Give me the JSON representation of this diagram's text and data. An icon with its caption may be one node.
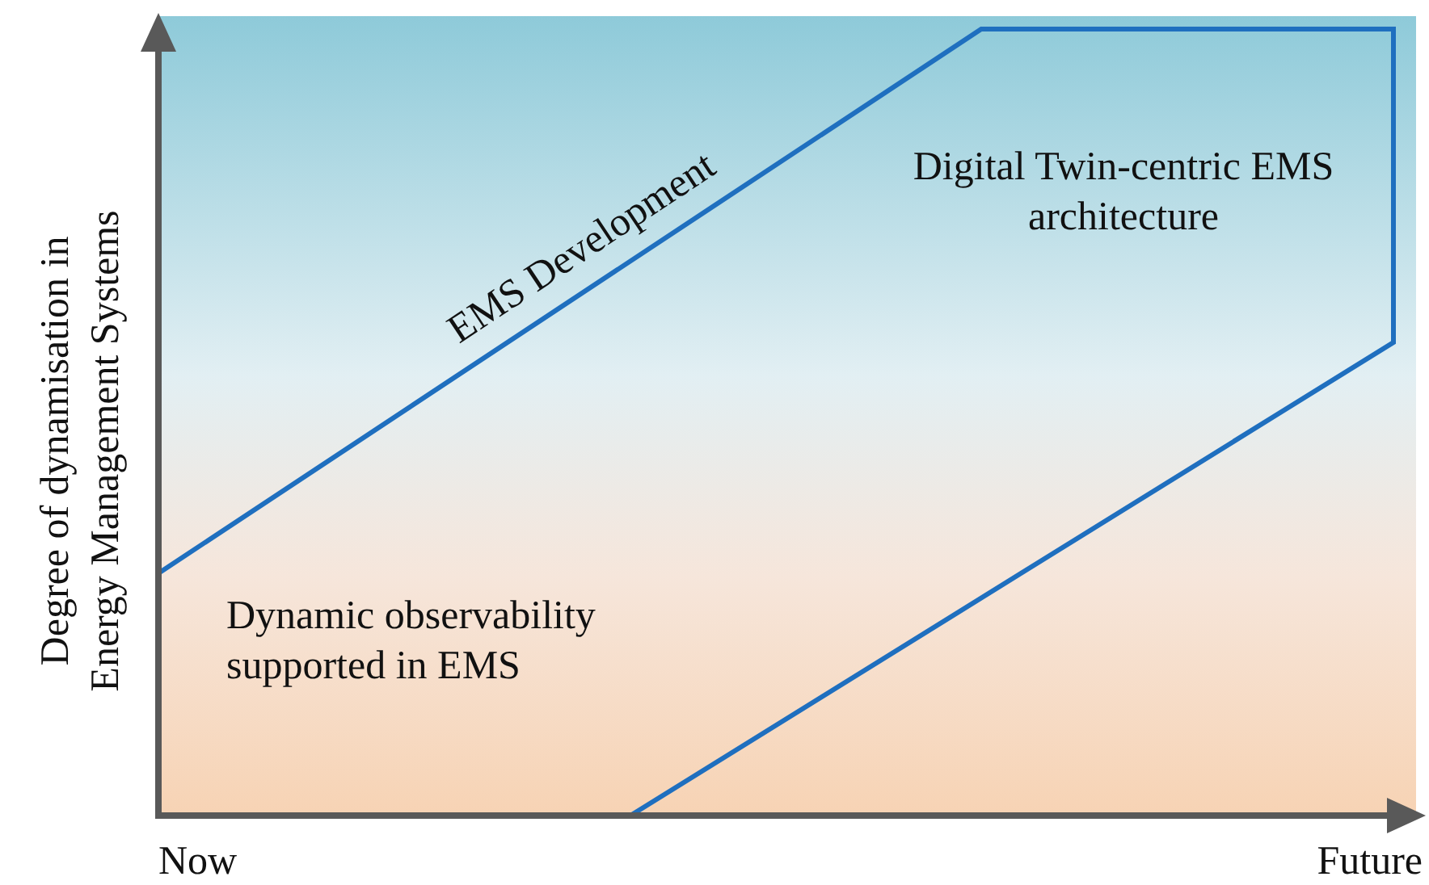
{
  "diagram": {
    "labels": [
      "EMS Development",
      "Digital Twin-centric EMS architecture",
      "Degree of dynamisation in Energy Management Systems",
      "Dynamic observability supported in EMS",
      "Now",
      "Future"
    ]
  }
}
